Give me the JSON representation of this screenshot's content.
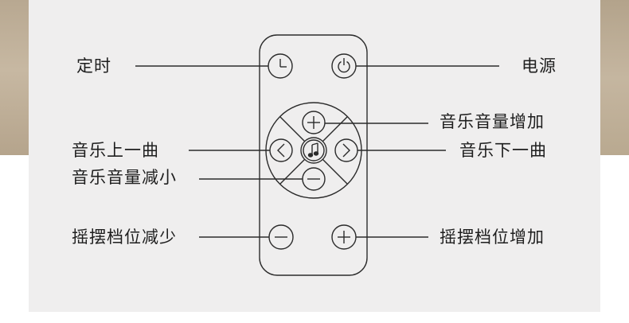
{
  "labels": {
    "timer": "定时",
    "power": "电源",
    "music_volume_up": "音乐音量增加",
    "music_prev": "音乐上一曲",
    "music_next": "音乐下一曲",
    "music_volume_down": "音乐音量减小",
    "swing_decrease": "摇摆档位减少",
    "swing_increase": "摇摆档位增加"
  },
  "colors": {
    "stroke": "#2b2b2b",
    "panel": "#efeeee",
    "text": "#1e1e1e"
  },
  "icons": {
    "timer": "clock-icon",
    "power": "power-icon",
    "center": "music-note-icon"
  }
}
